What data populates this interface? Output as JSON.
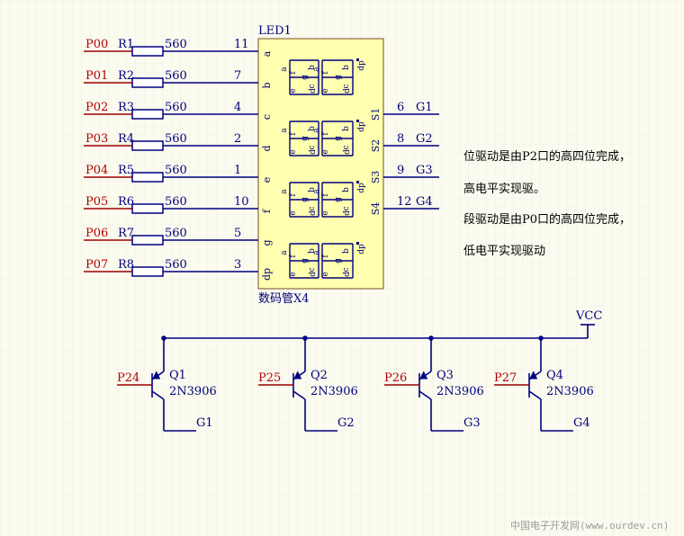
{
  "display": {
    "designator": "LED1",
    "comment": "数码管X4",
    "seg_letters": [
      "a",
      "b",
      "c",
      "d",
      "e",
      "f",
      "g",
      "dp"
    ],
    "seg_pin_numbers": [
      "11",
      "7",
      "4",
      "2",
      "1",
      "10",
      "5",
      "3"
    ],
    "digit_seg_labels": [
      "a",
      "b",
      "c",
      "d",
      "e",
      "f",
      "g",
      "dp"
    ],
    "digit_selects": [
      {
        "label": "S1",
        "pin": "6",
        "net": "G1"
      },
      {
        "label": "S2",
        "pin": "8",
        "net": "G2"
      },
      {
        "label": "S3",
        "pin": "9",
        "net": "G3"
      },
      {
        "label": "S4",
        "pin": "12",
        "net": "G4"
      }
    ]
  },
  "segment_lines": [
    {
      "port": "P00",
      "resistor": "R1",
      "value": "560"
    },
    {
      "port": "P01",
      "resistor": "R2",
      "value": "560"
    },
    {
      "port": "P02",
      "resistor": "R3",
      "value": "560"
    },
    {
      "port": "P03",
      "resistor": "R4",
      "value": "560"
    },
    {
      "port": "P04",
      "resistor": "R5",
      "value": "560"
    },
    {
      "port": "P05",
      "resistor": "R6",
      "value": "560"
    },
    {
      "port": "P06",
      "resistor": "R7",
      "value": "560"
    },
    {
      "port": "P07",
      "resistor": "R8",
      "value": "560"
    }
  ],
  "power": {
    "label": "VCC"
  },
  "transistors": [
    {
      "base": "P24",
      "ref": "Q1",
      "part": "2N3906",
      "collector": "G1"
    },
    {
      "base": "P25",
      "ref": "Q2",
      "part": "2N3906",
      "collector": "G2"
    },
    {
      "base": "P26",
      "ref": "Q3",
      "part": "2N3906",
      "collector": "G3"
    },
    {
      "base": "P27",
      "ref": "Q4",
      "part": "2N3906",
      "collector": "G4"
    }
  ],
  "notes": [
    "位驱动是由P2口的高四位完成，",
    "高电平实现驱。",
    "段驱动是由P0口的高四位完成，",
    "低电平实现驱动"
  ],
  "watermark": "中国电子开发网(www.ourdev.cn)",
  "colors": {
    "wire": "#000080",
    "port_wire": "#a00000",
    "body": "#ffffb0",
    "grid": "#e6e6da"
  }
}
